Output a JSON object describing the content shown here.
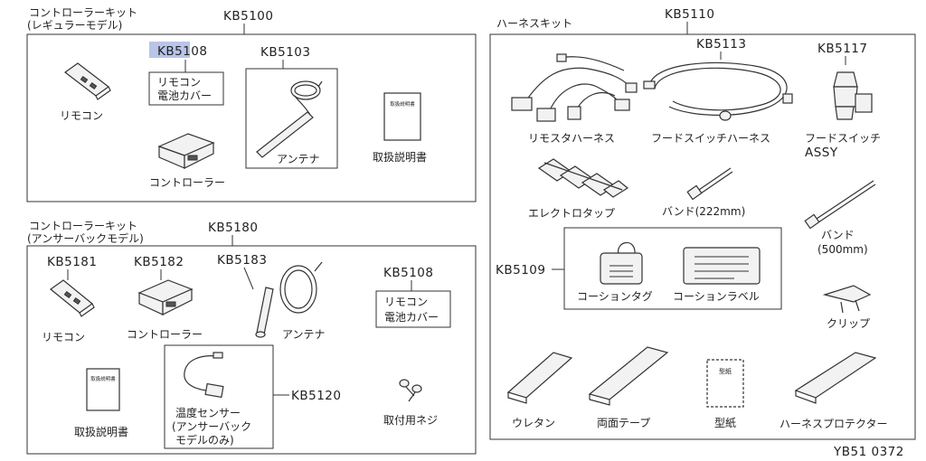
{
  "groups": {
    "regular_kit": {
      "title_line1": "コントローラーキット",
      "title_line2": "(レギュラーモデル)",
      "code": "KB5100"
    },
    "answerback_kit": {
      "title_line1": "コントローラーキット",
      "title_line2": "(アンサーバックモデル)",
      "code": "KB5180"
    },
    "harness_kit": {
      "title": "ハーネスキット",
      "code": "KB5110"
    }
  },
  "parts": {
    "regular_remote": {
      "name": "リモコン"
    },
    "regular_cover": {
      "code": "KB5108",
      "name_line1": "リモコン",
      "name_line2": "電池カバー"
    },
    "regular_antenna": {
      "code": "KB5103",
      "name": "アンテナ"
    },
    "regular_manual": {
      "name": "取扱説明書",
      "cover_text": "取扱説明書"
    },
    "regular_controller": {
      "name": "コントローラー"
    },
    "ab_remote": {
      "code": "KB5181",
      "name": "リモコン"
    },
    "ab_controller": {
      "code": "KB5182",
      "name": "コントローラー"
    },
    "ab_antenna": {
      "code": "KB5183",
      "name": "アンテナ"
    },
    "ab_cover": {
      "code": "KB5108",
      "name_line1": "リモコン",
      "name_line2": "電池カバー"
    },
    "ab_manual": {
      "name": "取扱説明書",
      "cover_text": "取扱説明書"
    },
    "temp_sensor": {
      "code": "KB5120",
      "name_line1": "温度センサー",
      "name_line2": "(アンサーバック",
      "name_line3": "モデルのみ)"
    },
    "mount_screw": {
      "name": "取付用ネジ"
    },
    "remote_starter_harness": {
      "name": "リモスタハーネス"
    },
    "hood_switch_harness": {
      "code": "KB5113",
      "name": "フードスイッチハーネス"
    },
    "hood_switch_assy": {
      "code": "KB5117",
      "name_line1": "フードスイッチ",
      "name_line2": "ASSY"
    },
    "electro_tap": {
      "name": "エレクトロタップ"
    },
    "band_222": {
      "name": "バンド(222mm)"
    },
    "band_500": {
      "name_line1": "バンド",
      "name_line2": "(500mm)"
    },
    "caution_set": {
      "code": "KB5109"
    },
    "caution_tag": {
      "name": "コーションタグ"
    },
    "caution_label": {
      "name": "コーションラベル"
    },
    "clip": {
      "name": "クリップ"
    },
    "urethane": {
      "name": "ウレタン"
    },
    "double_tape": {
      "name": "両面テープ"
    },
    "template": {
      "name": "型紙",
      "cover_text": "型紙"
    },
    "harness_protector": {
      "name": "ハーネスプロテクター"
    }
  },
  "figure_id": "YB51 0372"
}
